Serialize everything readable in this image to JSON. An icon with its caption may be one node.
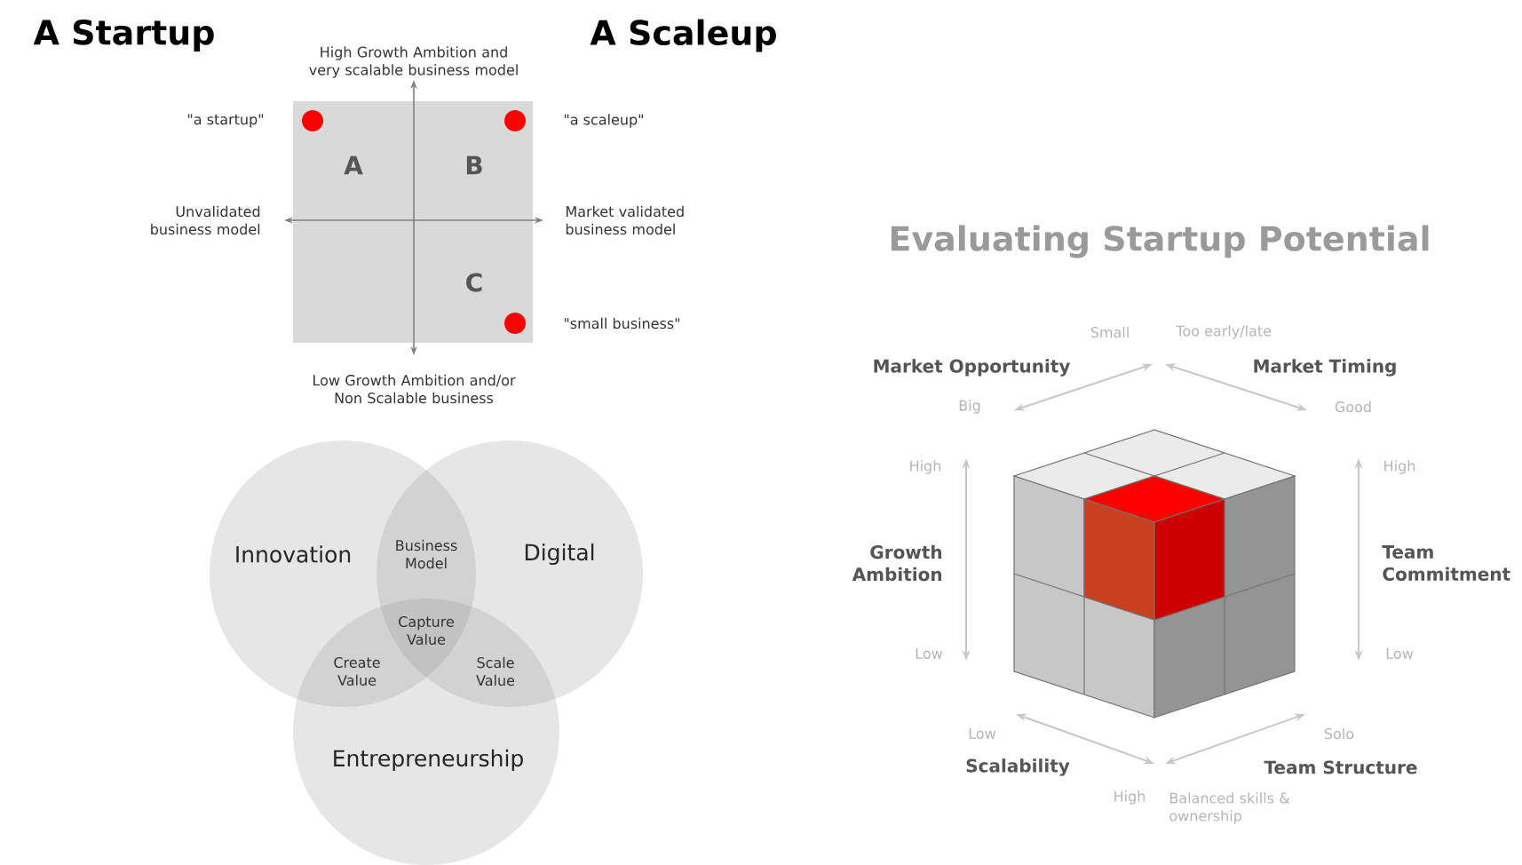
{
  "diagram": {
    "nodes": [
      {
        "text": [
          "Innovation"
        ]
      },
      {
        "text": [
          "Digital"
        ]
      },
      {
        "text": [
          "Entrepreneurship"
        ]
      }
    ],
    "labels": [
      "A Startup",
      "A Scaleup",
      "High Growth Ambition and very scalable business model",
      "\"a startup\"",
      "\"a scaleup\"",
      "A",
      "B",
      "Unvalidated business model",
      "Market validated business model",
      "C",
      "\"small business\"",
      "Low Growth Ambition and/or Non Scalable business",
      "Business Model",
      "Capture Value",
      "Create Value",
      "Scale Value",
      "Evaluating Startup Potential",
      "Small",
      "Too early/late",
      "Market Opportunity",
      "Market Timing",
      "Big",
      "Good",
      "High",
      "High",
      "Growth Ambition",
      "Team Commitment",
      "Low",
      "Low",
      "Low",
      "Solo",
      "Scalability",
      "Team Structure",
      "High",
      "Balanced skills & ownership"
    ]
  }
}
